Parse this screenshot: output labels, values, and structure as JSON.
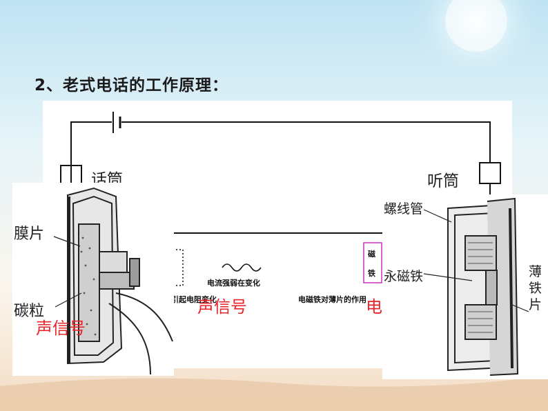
{
  "title": "2、老式电话的工作原理：",
  "labels": {
    "microphone": "话筒",
    "receiver": "听筒",
    "diaphragm": "膜片",
    "carbon_grains": "碳粒",
    "solenoid": "螺线管",
    "permanent_magnet": "永磁铁",
    "thin_iron_sheet": "薄\n铁\n片"
  },
  "process": {
    "current_change": "电流强弱在变化",
    "cause_change": "引起电阻变化",
    "magnet_effect": "电磁铁对薄片的作用",
    "partial_magnet_char1": "磁",
    "partial_magnet_char2": "铁"
  },
  "signals": {
    "sound_1": "声信号",
    "sound_2": "声信号",
    "electric": "电信号"
  },
  "colors": {
    "signal": "#e8242a",
    "magnet_box": "#c830c8"
  }
}
